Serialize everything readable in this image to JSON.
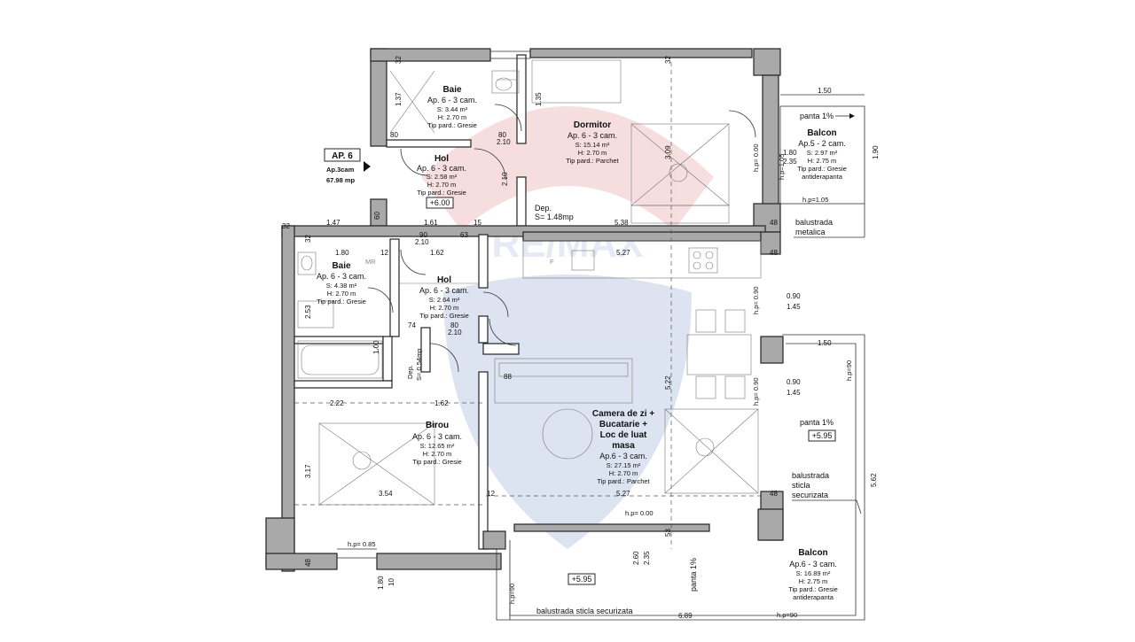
{
  "apartment": {
    "tag": "AP. 6",
    "type": "Ap.3cam",
    "area": "67.98 mp"
  },
  "rooms": [
    {
      "id": "baie-top",
      "name": "Baie",
      "line1": "Ap. 6 - 3 cam.",
      "area": "S: 3.44 m²",
      "height": "H: 2.70 m",
      "floor": "Tip pard.: Gresie"
    },
    {
      "id": "hol-top",
      "name": "Hol",
      "line1": "Ap. 6 - 3 cam.",
      "area": "S: 2.58 m²",
      "height": "H: 2.70 m",
      "floor": "Tip pard.: Gresie"
    },
    {
      "id": "dormitor",
      "name": "Dormitor",
      "line1": "Ap. 6 - 3 cam.",
      "area": "S: 15.14 m²",
      "height": "H: 2.70 m",
      "floor": "Tip pard.: Parchet"
    },
    {
      "id": "balcon-top",
      "name": "Balcon",
      "line1": "Ap.5 - 2 cam.",
      "area": "S: 2.97 m²",
      "height": "H: 2.75 m",
      "floor": "Tip pard.: Gresie",
      "extra": "antiderapanta"
    },
    {
      "id": "baie-mid",
      "name": "Baie",
      "line1": "Ap. 6 - 3 cam.",
      "area": "S: 4.38 m²",
      "height": "H: 2.70 m",
      "floor": "Tip pard.: Gresie"
    },
    {
      "id": "hol-mid",
      "name": "Hol",
      "line1": "Ap. 6 - 3 cam.",
      "area": "S: 2.64 m²",
      "height": "H: 2.70 m",
      "floor": "Tip pard.: Gresie"
    },
    {
      "id": "birou",
      "name": "Birou",
      "line1": "Ap. 6 - 3 cam.",
      "area": "S: 12.65 m²",
      "height": "H: 2.70 m",
      "floor": "Tip pard.: Gresie"
    },
    {
      "id": "camera",
      "name1": "Camera de zi +",
      "name2": "Bucatarie +",
      "name3": "Loc de luat",
      "name4": "masa",
      "line1": "Ap.6 - 3 cam.",
      "area": "S: 27.15 m²",
      "height": "H: 2.70 m",
      "floor": "Tip pard.: Parchet"
    },
    {
      "id": "balcon-bottom",
      "name": "Balcon",
      "line1": "Ap.6 - 3 cam.",
      "area": "S: 16.89 m²",
      "height": "H: 2.75 m",
      "floor": "Tip pard.: Gresie",
      "extra": "antiderapanta"
    }
  ],
  "storage": {
    "dep1_a": "Dep.",
    "dep1_b": "S= 1.48mp",
    "dep2_a": "Dep.",
    "dep2_b": "S= 0.54mp"
  },
  "levels": {
    "l1": "+6.00",
    "l2": "+5.95",
    "l3": "+5.95"
  },
  "notes": {
    "panta_top": "panta 1%",
    "panta_right": "panta 1%",
    "panta_bottom": "panta 1%",
    "hp_105_a": "h.p=1.05",
    "hp_105_b": "h.p=1.05",
    "hp_000_a": "h.p= 0.00",
    "hp_000_b": "h.p= 0.00",
    "hp_090_a": "h.p= 0.90",
    "hp_090_b": "h.p= 0.90",
    "hp_90_right": "h.p=90",
    "hp_90_left": "h.p=90",
    "hp_90_bottom": "h.p=90",
    "hp_085": "h.p= 0.85",
    "balustrada_metalica_1": "balustrada",
    "balustrada_metalica_2": "metalica",
    "balustrada_sticla_1": "balustrada",
    "balustrada_sticla_2": "sticla",
    "balustrada_sticla_3": "securizata",
    "balustrada_bottom": "balustrada sticla securizata",
    "mr": "MR",
    "f": "F"
  },
  "dimensions": {
    "d_32a": "32",
    "d_32b": "32",
    "d_32c": "32",
    "d_32d": "32",
    "d_150a": "1.50",
    "d_150b": "1.50",
    "d_190": "1.90",
    "d_180a": "1.80",
    "d_235": "2.35",
    "d_137": "1.37",
    "d_80a": "80",
    "d_80b": "80",
    "d_210a": "2.10",
    "d_210b": "2.10",
    "d_135": "1.35",
    "d_309": "3.09",
    "d_161": "1.61",
    "d_15": "15",
    "d_538": "5.38",
    "d_147": "1.47",
    "d_90a": "90",
    "d_210c": "2.10",
    "d_63": "63",
    "d_48a": "48",
    "d_180b": "1.80",
    "d_12a": "12",
    "d_162a": "1.62",
    "d_527a": "5.27",
    "d_48b": "48",
    "d_090a": "0.90",
    "d_145a": "1.45",
    "d_090b": "0.90",
    "d_145b": "1.45",
    "d_74": "74",
    "d_80c": "80",
    "d_210d": "2.10",
    "d_88": "88",
    "d_522": "5.22",
    "d_222": "2.22",
    "d_162b": "1.62",
    "d_354": "3.54",
    "d_12b": "12",
    "d_527b": "5.27",
    "d_48c": "48",
    "d_562": "5.62",
    "d_260": "2.60",
    "d_235b": "2.35",
    "d_53": "53",
    "d_180c": "1.80",
    "d_10": "10",
    "d_689": "6.89",
    "d_317": "3.17",
    "d_253": "2.53",
    "d_100": "1.00",
    "d_60": "60",
    "d_48d": "48"
  },
  "watermark": "RE/MAX",
  "colors": {
    "wall": "#a9a9a9",
    "watermark_red": "#e8a2a6",
    "watermark_blue": "#9fb2d6"
  }
}
